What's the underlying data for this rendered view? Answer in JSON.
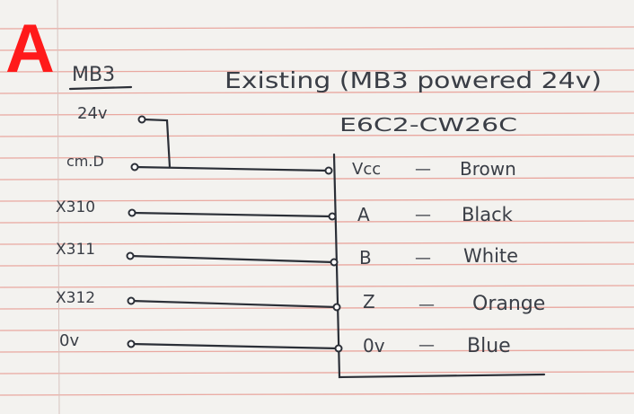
{
  "panel_letter": "A",
  "colors": {
    "panel_letter": "#ff1a1a",
    "paper": "#f3f2ef",
    "rule_lines": "#e9a8a0",
    "ink": "#2b2f37"
  },
  "mb3": {
    "title": "MB3",
    "terminals": [
      "24v",
      "cm.D",
      "X310",
      "X311",
      "X312",
      "0v"
    ]
  },
  "device": {
    "heading": "Existing (MB3 powered 24v)",
    "model": "E6C2-CW26C",
    "pins": [
      {
        "pin": "Vcc",
        "dash": "—",
        "color": "Brown"
      },
      {
        "pin": "A",
        "dash": "—",
        "color": "Black"
      },
      {
        "pin": "B",
        "dash": "—",
        "color": "White"
      },
      {
        "pin": "Z",
        "dash": "—",
        "color": "Orange"
      },
      {
        "pin": "0v",
        "dash": "—",
        "color": "Blue"
      }
    ]
  }
}
